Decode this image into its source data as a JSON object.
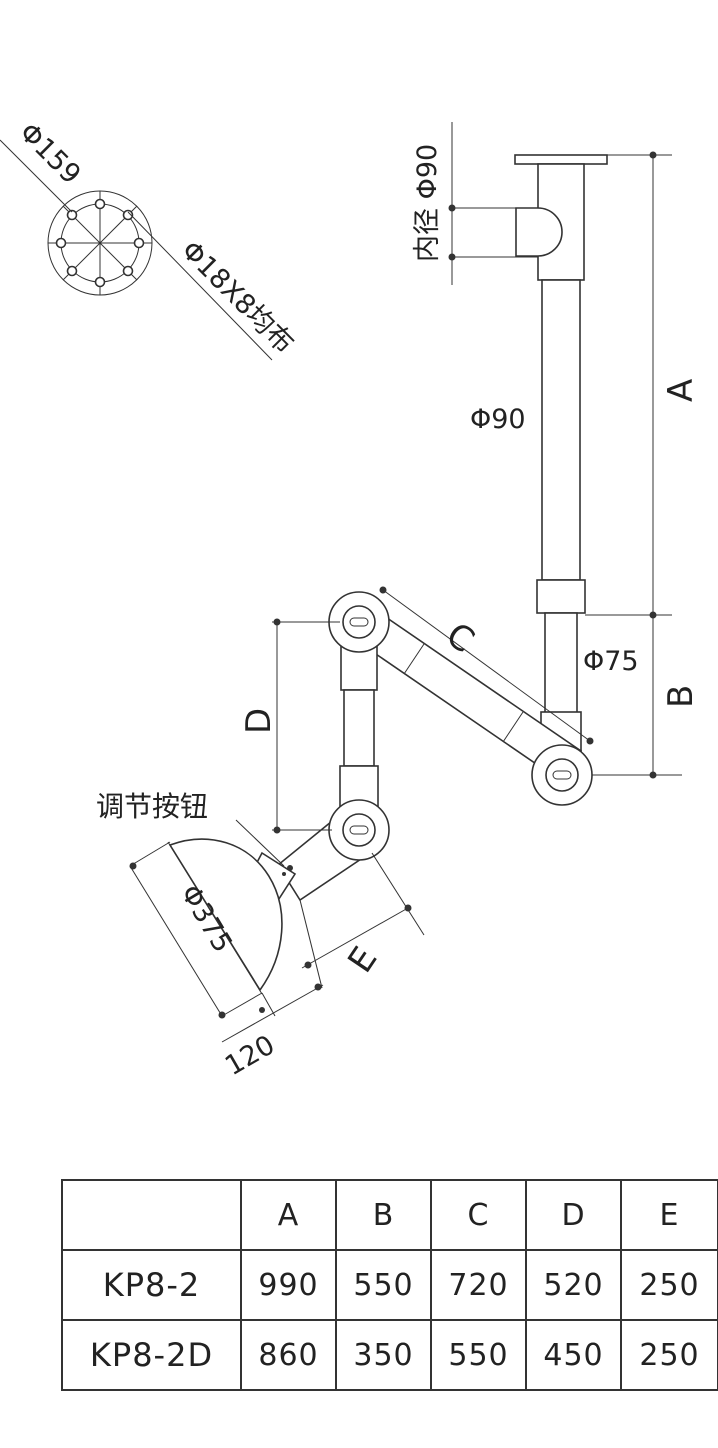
{
  "drawing": {
    "flange_diameter": "Φ159",
    "bolt_holes": "Φ18X8均布",
    "inner_diameter": "内径 Φ90",
    "upper_pipe_diameter": "Φ90",
    "lower_pipe_diameter": "Φ75",
    "adjust_knob": "调节按钮",
    "hood_diameter": "Φ375",
    "hood_depth": "120",
    "dim_labels": {
      "a": "A",
      "b": "B",
      "c": "C",
      "d": "D",
      "e": "E"
    }
  },
  "table": {
    "columns": [
      "",
      "A",
      "B",
      "C",
      "D",
      "E"
    ],
    "rows": [
      {
        "model": "KP8-2",
        "values": [
          "990",
          "550",
          "720",
          "520",
          "250"
        ]
      },
      {
        "model": "KP8-2D",
        "values": [
          "860",
          "350",
          "550",
          "450",
          "250"
        ]
      }
    ]
  }
}
